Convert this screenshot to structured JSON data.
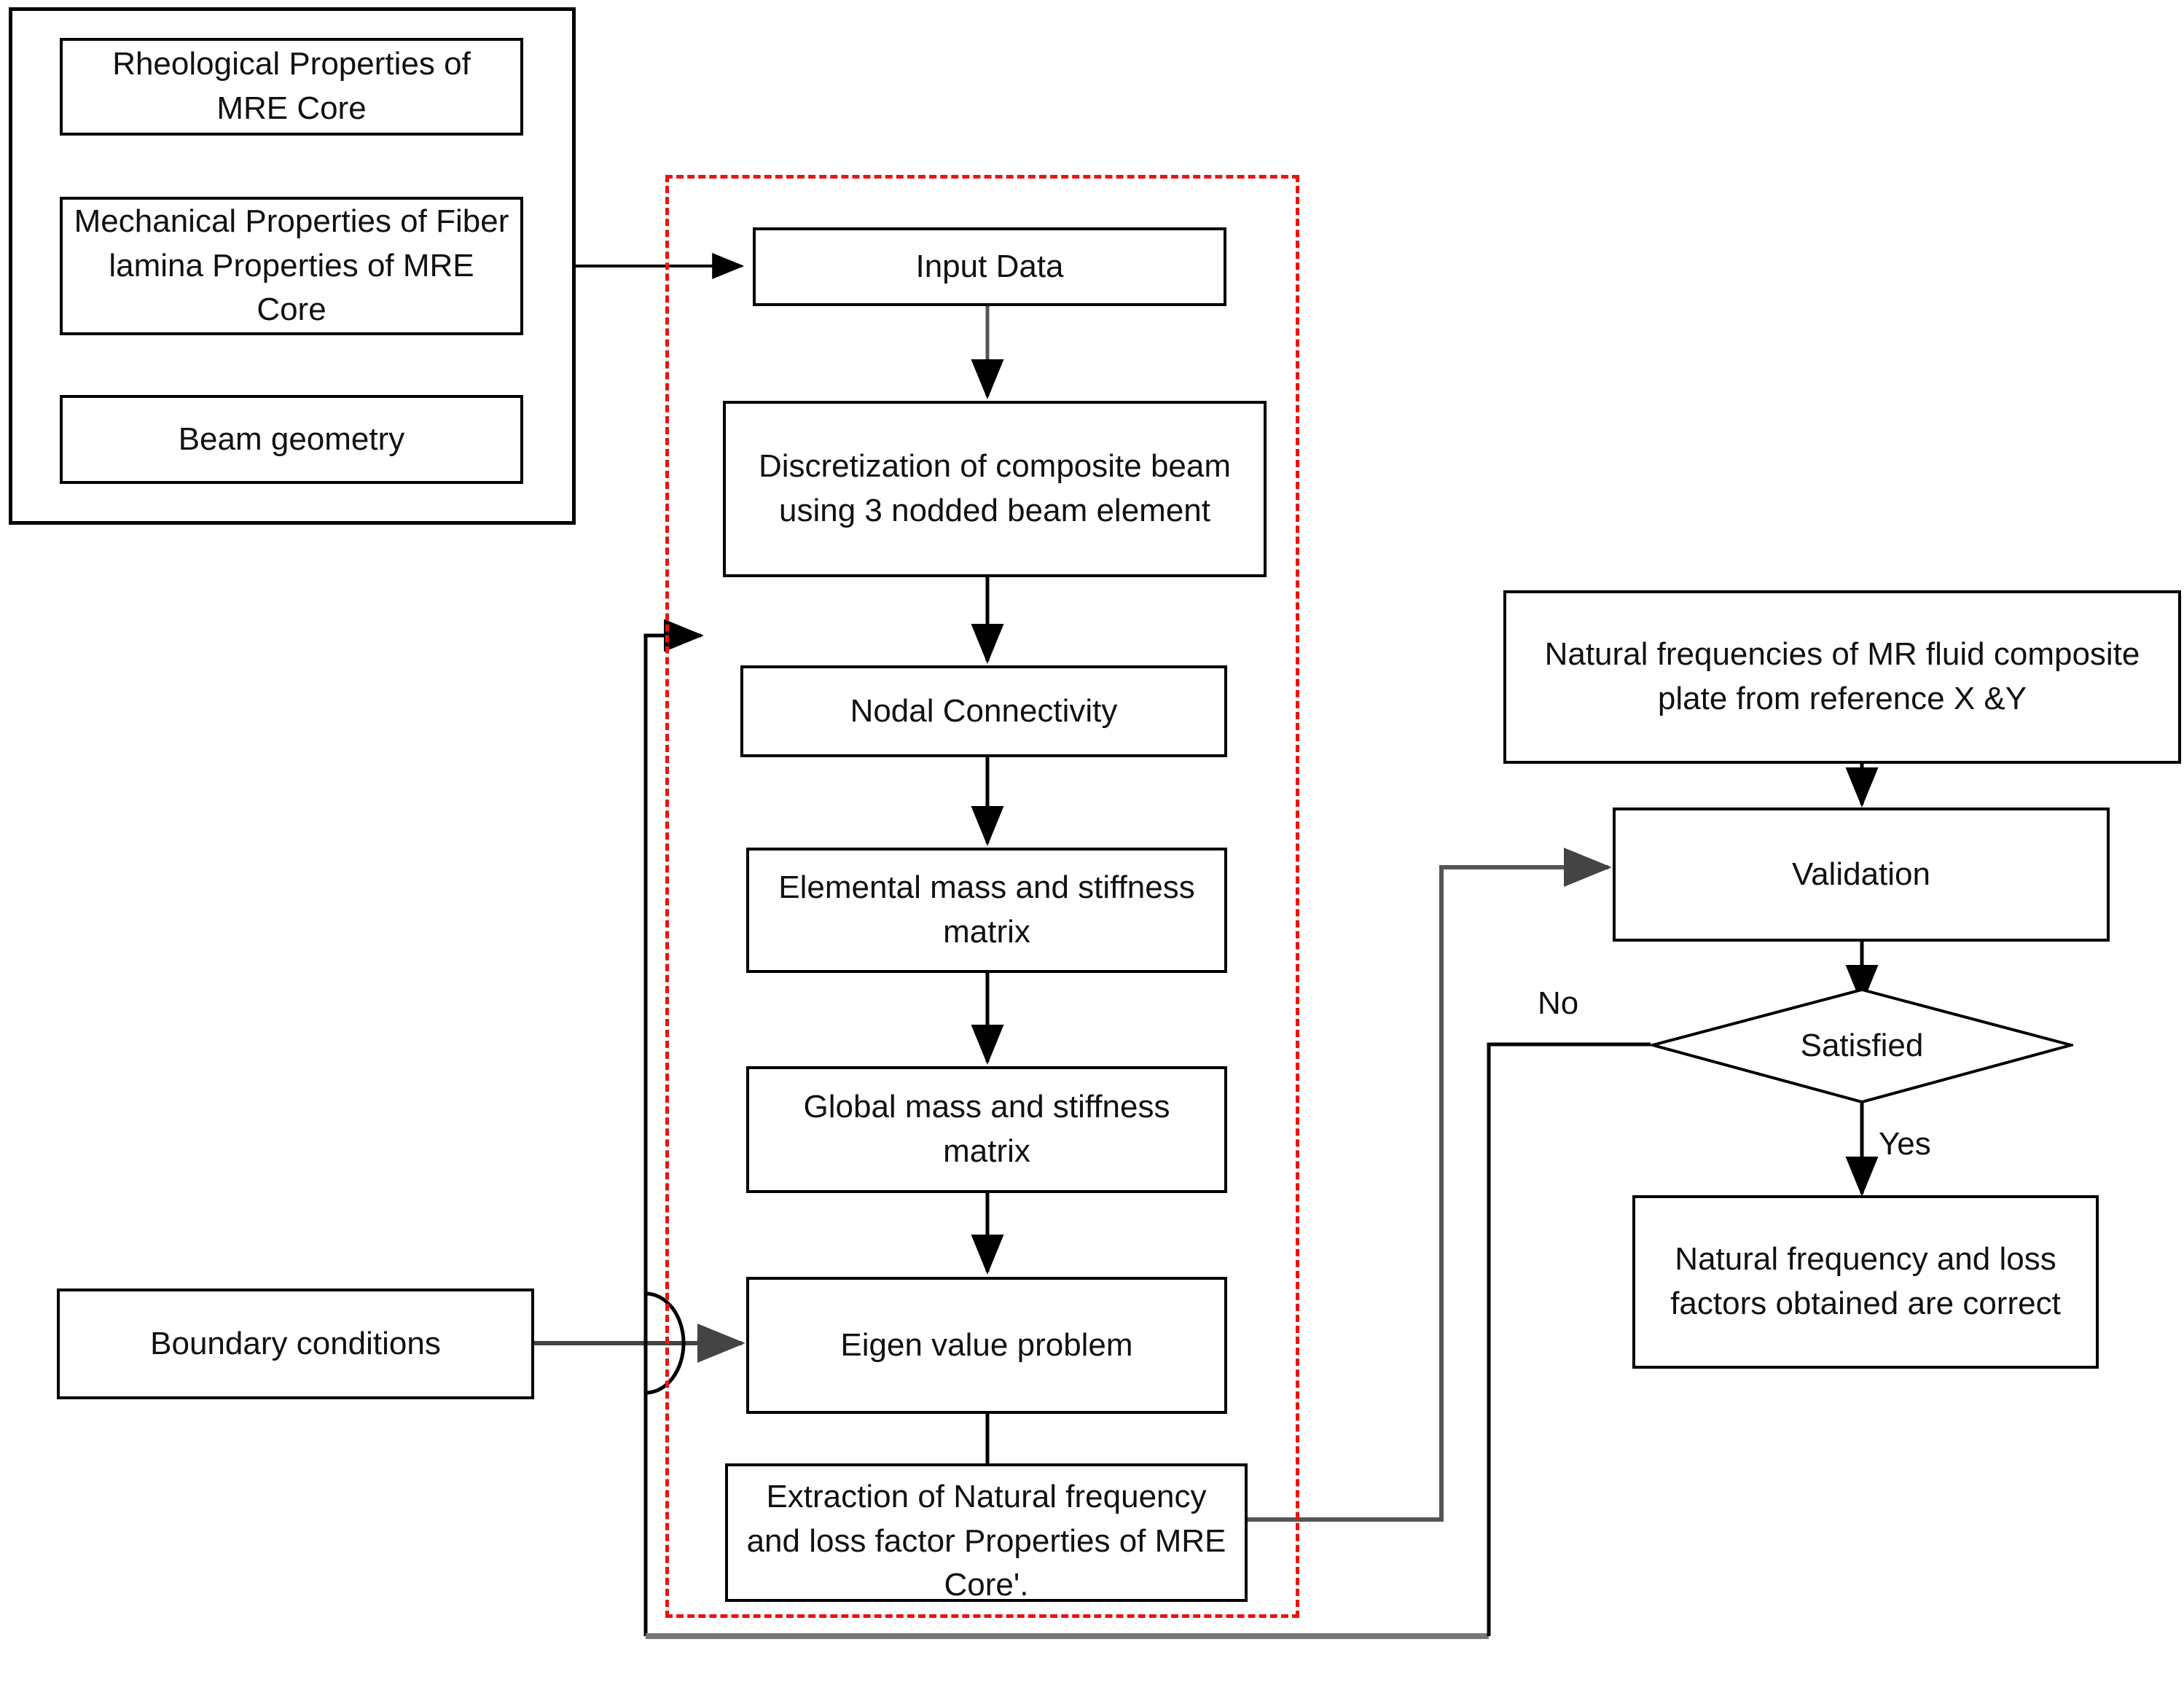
{
  "diagram": {
    "title": "Flowchart for natural frequency and loss factor computation of MRE core composite beam",
    "colors": {
      "line": "#000000",
      "dashed_region": "#ee1111",
      "text": "#111111",
      "background": "#ffffff"
    }
  },
  "input_group": {
    "items": [
      {
        "label": "Rheological Properties of MRE Core"
      },
      {
        "label": "Mechanical Properties of Fiber lamina Properties of MRE Core"
      },
      {
        "label": "Beam geometry"
      }
    ]
  },
  "boundary": {
    "label": "Boundary conditions"
  },
  "process": {
    "steps": [
      {
        "label": "Input Data"
      },
      {
        "label": "Discretization of composite beam using 3 nodded beam element"
      },
      {
        "label": "Nodal Connectivity"
      },
      {
        "label": "Elemental mass and stiffness matrix"
      },
      {
        "label": "Global mass and stiffness matrix"
      },
      {
        "label": "Eigen value problem"
      },
      {
        "label": "Extraction of Natural frequency and loss factor Properties of MRE Core'."
      }
    ]
  },
  "validation": {
    "reference_label": "Natural frequencies of MR fluid composite plate from reference X &Y",
    "validation_label": "Validation",
    "decision_label": "Satisfied",
    "no_label": "No",
    "yes_label": "Yes",
    "result_label": "Natural frequency and loss factors obtained are correct"
  }
}
